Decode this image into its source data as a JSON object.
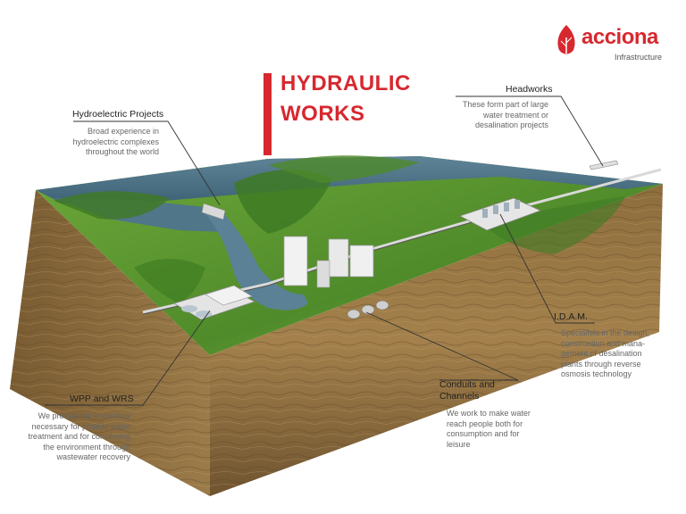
{
  "logo": {
    "name": "acciona",
    "division": "Infrastructure",
    "brand_color": "#d7282f"
  },
  "title": {
    "line1": "HYDRAULIC",
    "line2": "WORKS"
  },
  "callouts": {
    "hydroelectric": {
      "label": "Hydroelectric Projects",
      "desc": [
        "Broad experience in",
        "hydroelectric complexes",
        "throughout the world"
      ]
    },
    "headworks": {
      "label": "Headworks",
      "desc": [
        "These form part of large",
        "water treatment or",
        "desalination projects"
      ]
    },
    "idam": {
      "label": "I.D.A.M.",
      "desc": [
        "Specialists in the design,",
        "construction and mana-",
        "gement of desalination",
        "plants through reverse",
        "osmosis technology"
      ]
    },
    "conduits": {
      "label_line1": "Conduits and",
      "label_line2": "Channels",
      "desc": [
        "We work to make water",
        "reach people both for",
        "consumption and for",
        "leisure"
      ]
    },
    "wpp": {
      "label": "WPP and WRS",
      "desc": [
        "We provide the know-how",
        "necessary for potable water",
        "treatment and for conserving",
        "the environment through",
        "wastewater recovery"
      ]
    }
  },
  "colors": {
    "accent": "#d7282f",
    "grass": "#5e9a2e",
    "water": "#4d7489",
    "soil": "#8a6a3a",
    "callout_line": "#333333"
  }
}
